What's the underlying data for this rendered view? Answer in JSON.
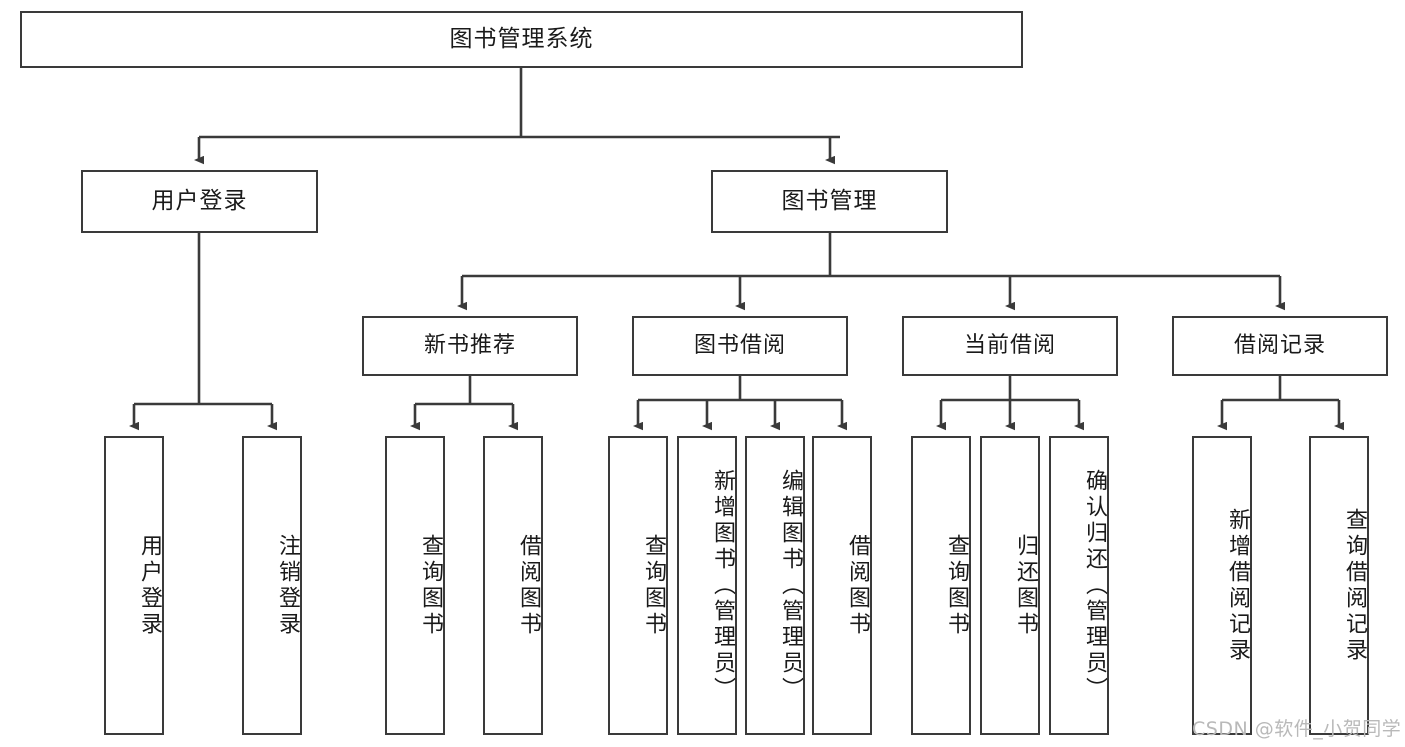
{
  "diagram": {
    "title": "图书管理系统",
    "colors": {
      "stroke": "#3a3a3a",
      "fill": "#ffffff",
      "text": "#1a1a1a",
      "watermark": "#b9b9b9"
    },
    "root": {
      "label": "图书管理系统"
    },
    "level2": [
      {
        "label": "用户登录"
      },
      {
        "label": "图书管理"
      }
    ],
    "level3": [
      {
        "label": "新书推荐"
      },
      {
        "label": "图书借阅"
      },
      {
        "label": "当前借阅"
      },
      {
        "label": "借阅记录"
      }
    ],
    "leaves": {
      "user_login": [
        {
          "label": "用户登录"
        },
        {
          "label": "注销登录"
        }
      ],
      "new_book": [
        {
          "label": "查询图书"
        },
        {
          "label": "借阅图书"
        }
      ],
      "book_borrow": [
        {
          "label": "查询图书"
        },
        {
          "label": "新增图书（管理员）"
        },
        {
          "label": "编辑图书（管理员）"
        },
        {
          "label": "借阅图书"
        }
      ],
      "current_borrow": [
        {
          "label": "查询图书"
        },
        {
          "label": "归还图书"
        },
        {
          "label": "确认归还（管理员）"
        }
      ],
      "borrow_record": [
        {
          "label": "新增借阅记录"
        },
        {
          "label": "查询借阅记录"
        }
      ]
    },
    "watermark": "CSDN @软件_小贺同学"
  }
}
